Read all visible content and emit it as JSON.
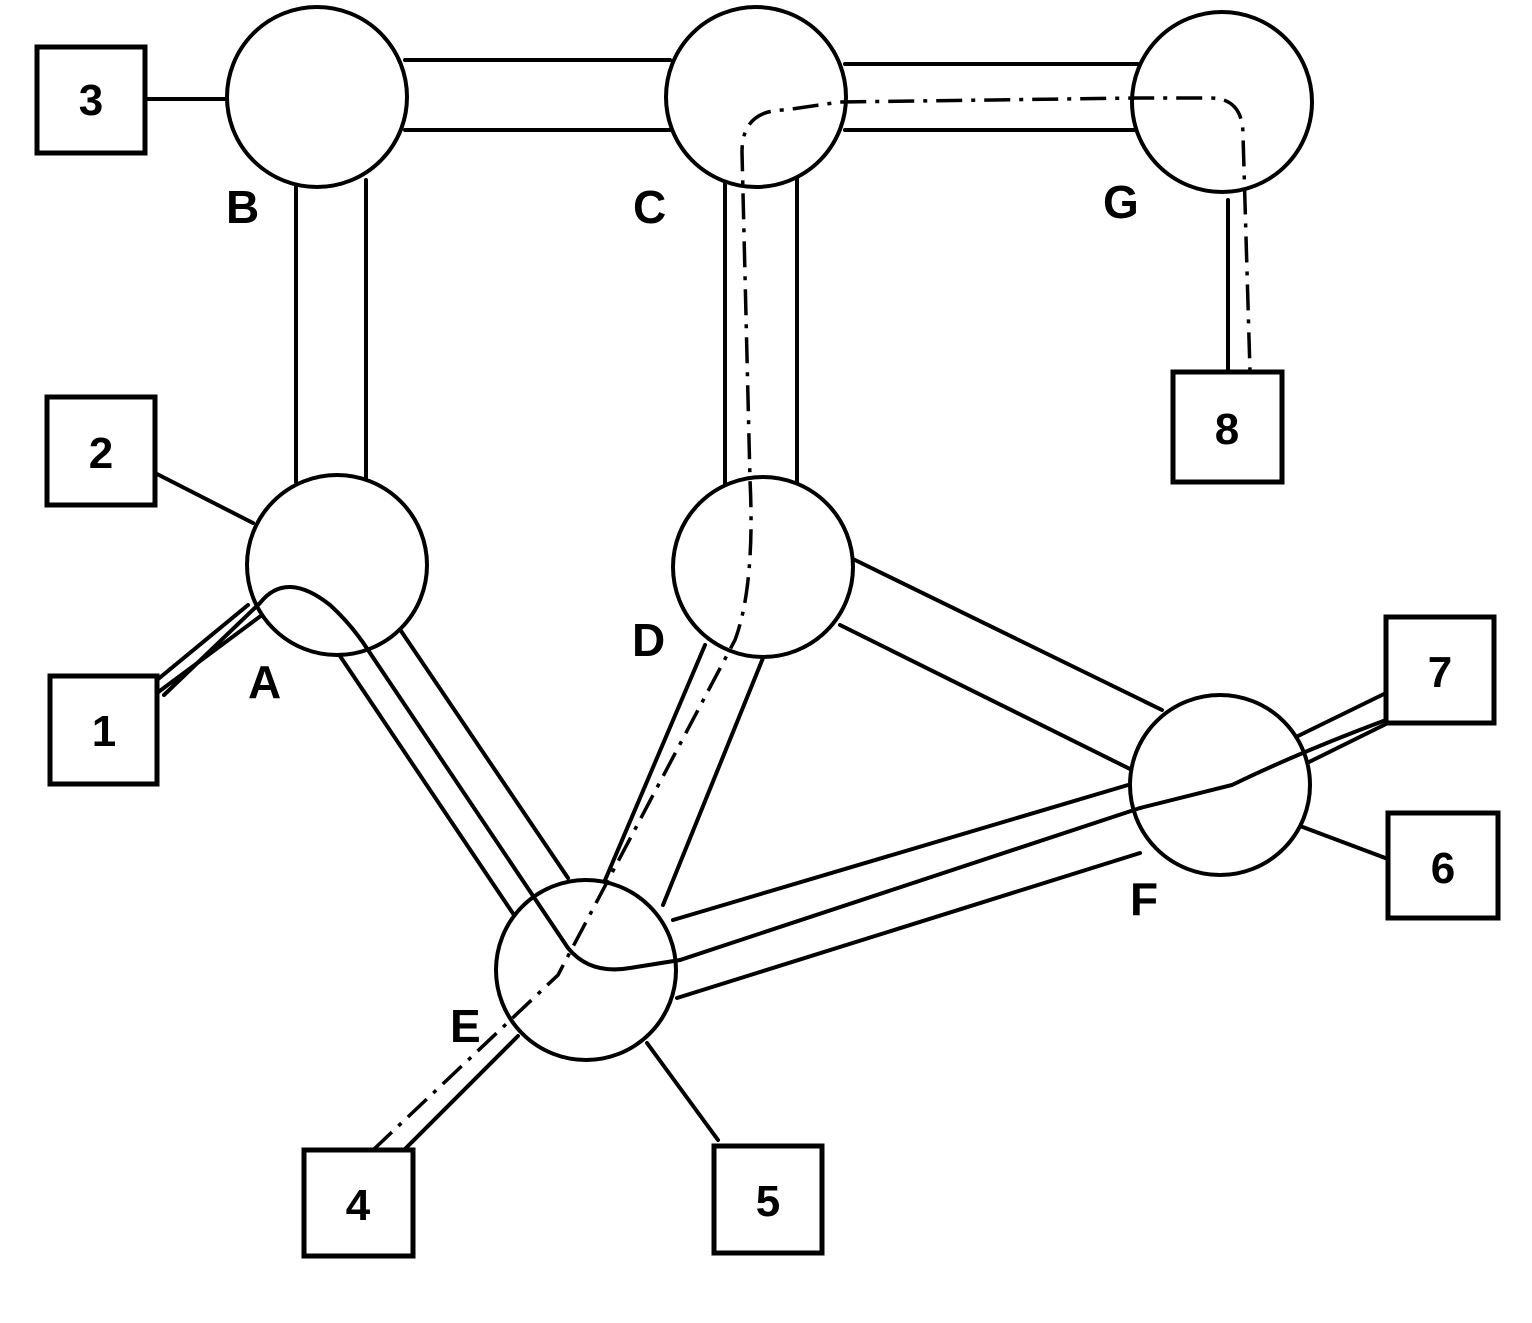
{
  "nodes": {
    "A": {
      "label": "A"
    },
    "B": {
      "label": "B"
    },
    "C": {
      "label": "C"
    },
    "D": {
      "label": "D"
    },
    "E": {
      "label": "E"
    },
    "F": {
      "label": "F"
    },
    "G": {
      "label": "G"
    }
  },
  "terminals": {
    "t1": {
      "label": "1"
    },
    "t2": {
      "label": "2"
    },
    "t3": {
      "label": "3"
    },
    "t4": {
      "label": "4"
    },
    "t5": {
      "label": "5"
    },
    "t6": {
      "label": "6"
    },
    "t7": {
      "label": "7"
    },
    "t8": {
      "label": "8"
    }
  },
  "colors": {
    "line": "#000000",
    "background": "#ffffff"
  }
}
